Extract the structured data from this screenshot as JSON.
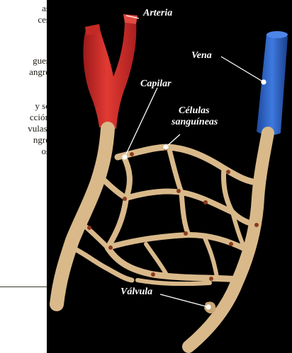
{
  "body_text": {
    "lines": [
      "as",
      "ces",
      "",
      "gues",
      "angre",
      ".",
      "y se",
      "cción",
      "vulas.",
      "ngre",
      "os"
    ]
  },
  "figure": {
    "labels": {
      "arteria": "Arteria",
      "vena": "Vena",
      "capilar": "Capilar",
      "celulas_line1": "Células",
      "celulas_line2": "sanguíneas",
      "valvula": "Válvula"
    },
    "colors": {
      "background": "#000000",
      "artery": "#d42b2b",
      "vein": "#2c64c8",
      "capillary": "#d9b98a",
      "blood_cell_dots": "#8a3a20",
      "leader_lines": "#ffffff"
    }
  }
}
